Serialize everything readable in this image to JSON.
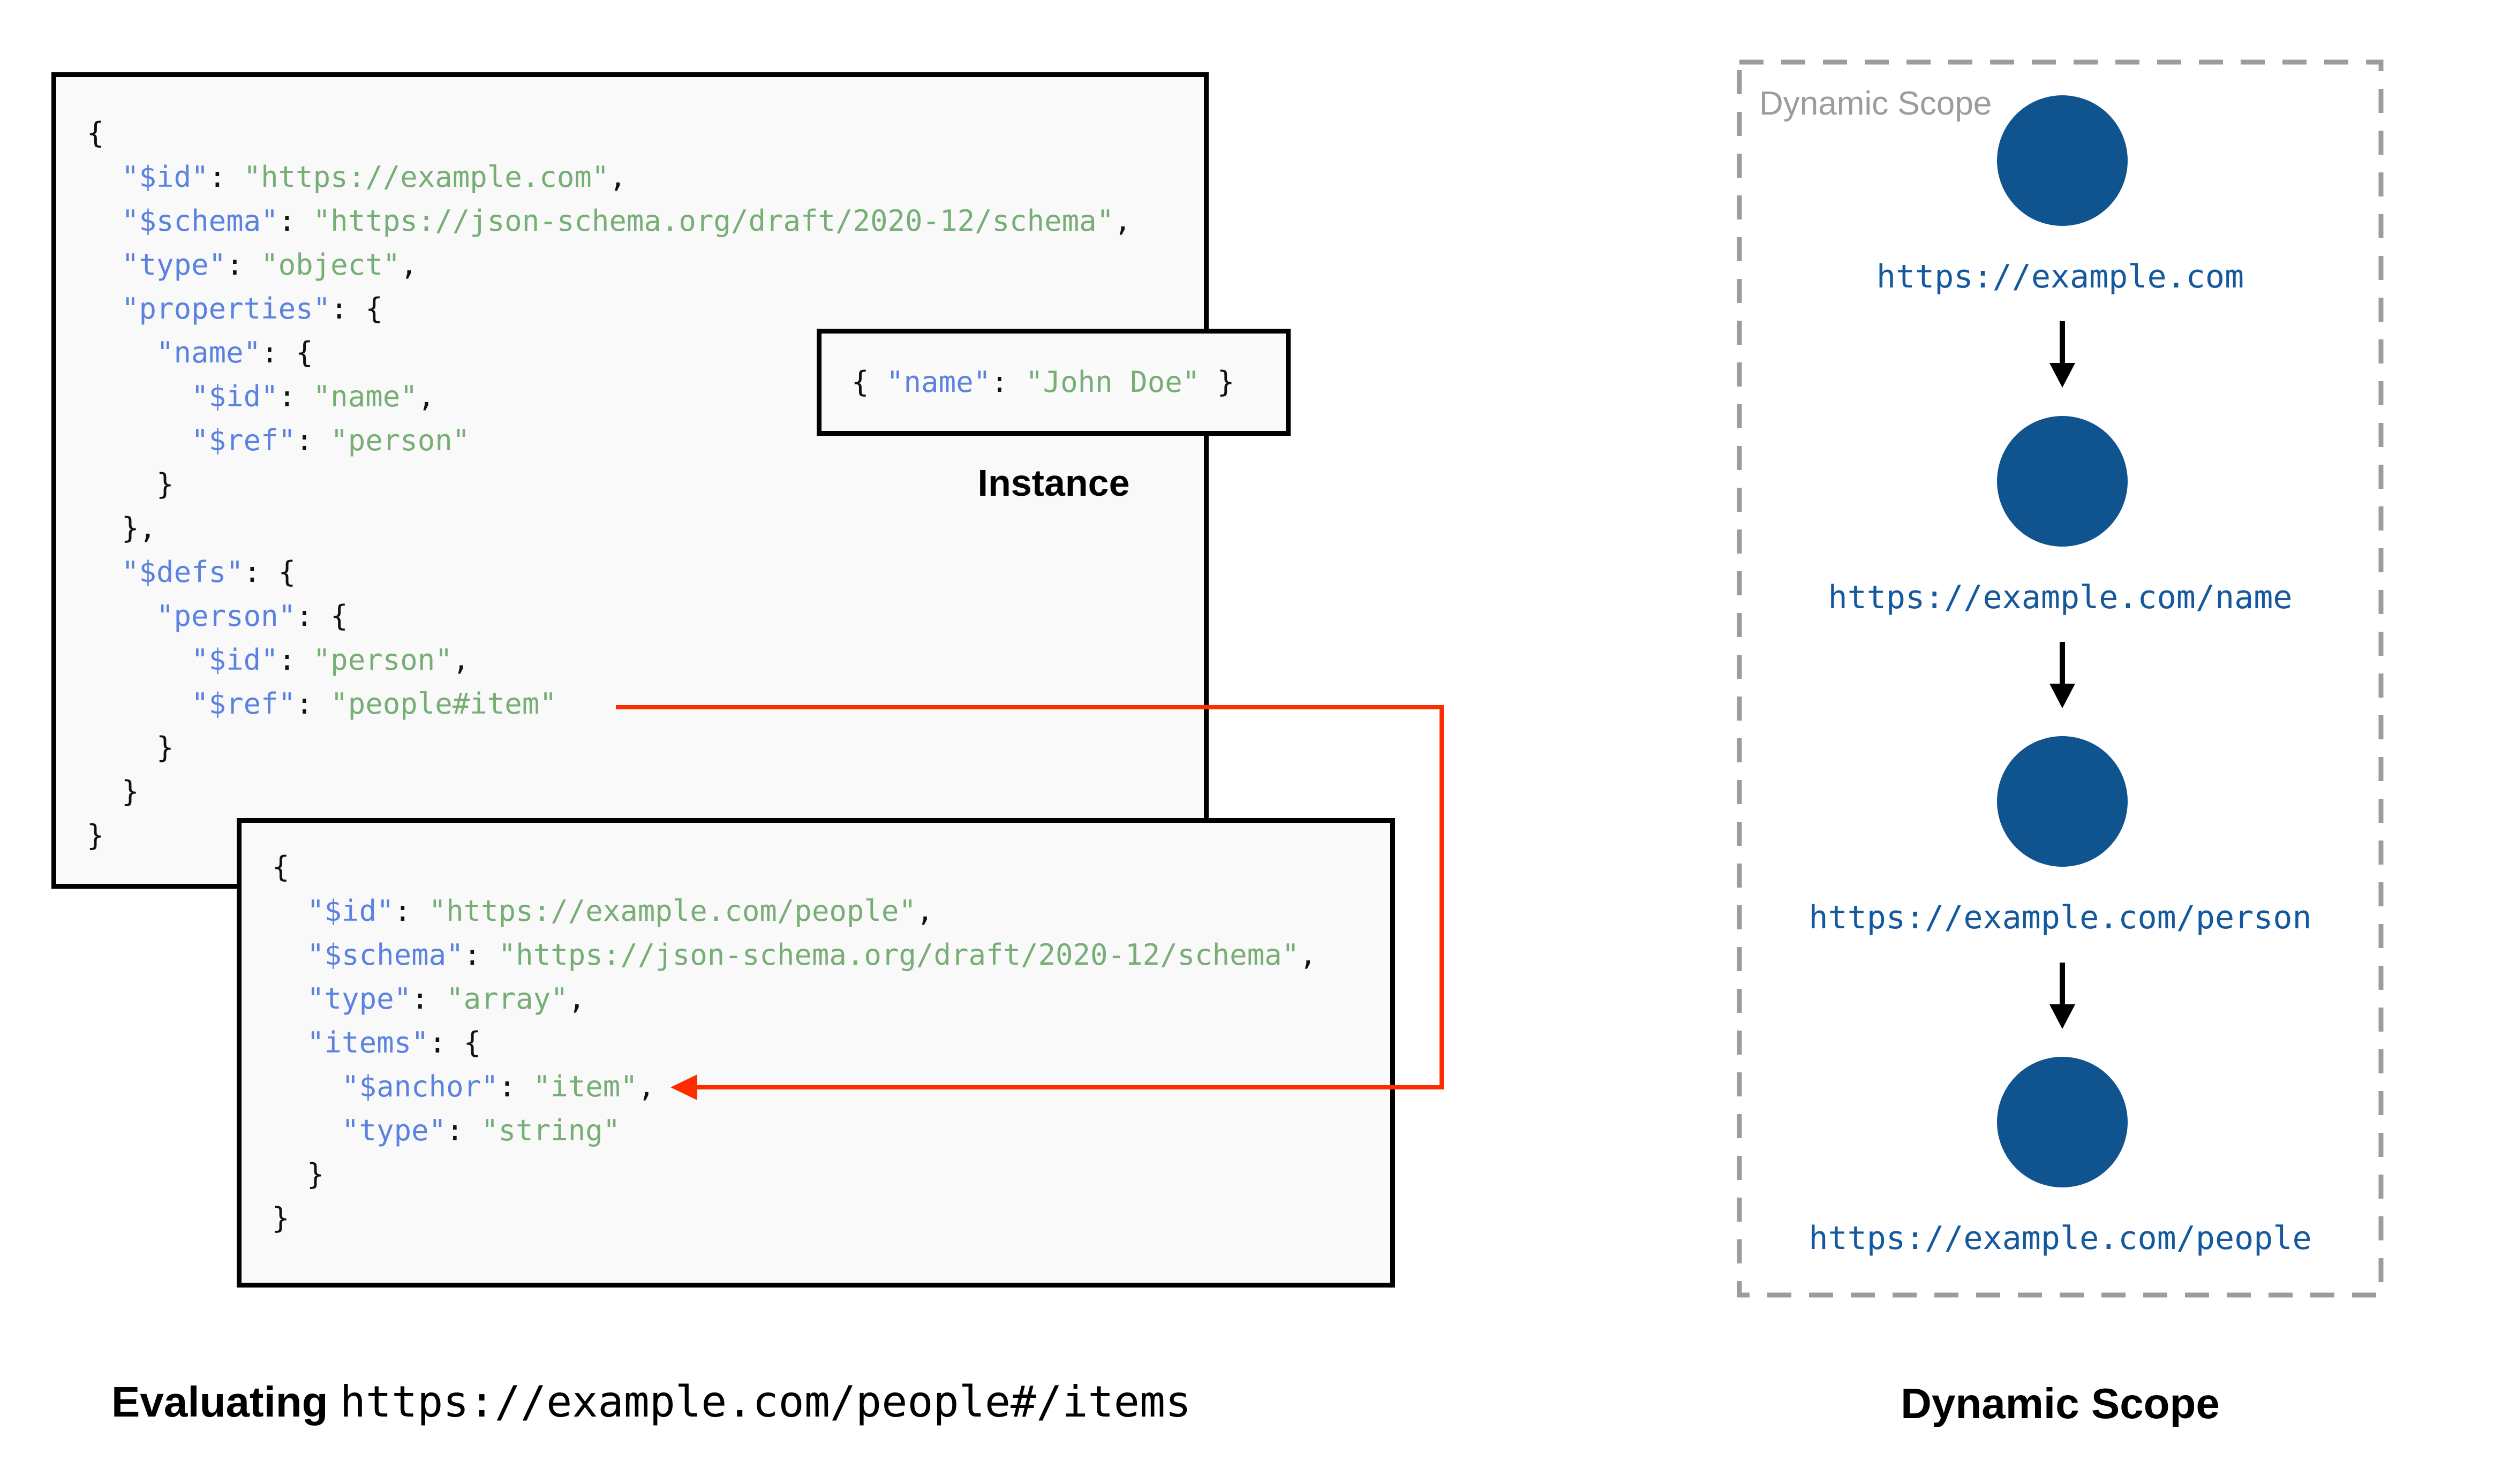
{
  "colors": {
    "code_bg": "#f9f9f9",
    "instance_bg": "#fafafa",
    "border_black": "#000000",
    "key_blue": "#5b82e0",
    "string_green": "#77ae75",
    "punct_black": "#111111",
    "arrow_red": "#fe2b00",
    "circle_blue": "#0f538f",
    "url_blue": "#14599d",
    "label_gray": "#9c9c9c"
  },
  "schema_block_1": {
    "lines": [
      [
        [
          "p",
          "{"
        ]
      ],
      [
        [
          "p",
          "  "
        ],
        [
          "k",
          "\"$id\""
        ],
        [
          "p",
          ": "
        ],
        [
          "s",
          "\"https://example.com\""
        ],
        [
          "p",
          ","
        ]
      ],
      [
        [
          "p",
          "  "
        ],
        [
          "k",
          "\"$schema\""
        ],
        [
          "p",
          ": "
        ],
        [
          "s",
          "\"https://json-schema.org/draft/2020-12/schema\""
        ],
        [
          "p",
          ","
        ]
      ],
      [
        [
          "p",
          "  "
        ],
        [
          "k",
          "\"type\""
        ],
        [
          "p",
          ": "
        ],
        [
          "s",
          "\"object\""
        ],
        [
          "p",
          ","
        ]
      ],
      [
        [
          "p",
          "  "
        ],
        [
          "k",
          "\"properties\""
        ],
        [
          "p",
          ": {"
        ]
      ],
      [
        [
          "p",
          "    "
        ],
        [
          "k",
          "\"name\""
        ],
        [
          "p",
          ": {"
        ]
      ],
      [
        [
          "p",
          "      "
        ],
        [
          "k",
          "\"$id\""
        ],
        [
          "p",
          ": "
        ],
        [
          "s",
          "\"name\""
        ],
        [
          "p",
          ","
        ]
      ],
      [
        [
          "p",
          "      "
        ],
        [
          "k",
          "\"$ref\""
        ],
        [
          "p",
          ": "
        ],
        [
          "s",
          "\"person\""
        ]
      ],
      [
        [
          "p",
          "    }"
        ]
      ],
      [
        [
          "p",
          "  },"
        ]
      ],
      [
        [
          "p",
          "  "
        ],
        [
          "k",
          "\"$defs\""
        ],
        [
          "p",
          ": {"
        ]
      ],
      [
        [
          "p",
          "    "
        ],
        [
          "k",
          "\"person\""
        ],
        [
          "p",
          ": {"
        ]
      ],
      [
        [
          "p",
          "      "
        ],
        [
          "k",
          "\"$id\""
        ],
        [
          "p",
          ": "
        ],
        [
          "s",
          "\"person\""
        ],
        [
          "p",
          ","
        ]
      ],
      [
        [
          "p",
          "      "
        ],
        [
          "k",
          "\"$ref\""
        ],
        [
          "p",
          ": "
        ],
        [
          "s",
          "\"people#item\""
        ]
      ],
      [
        [
          "p",
          "    }"
        ]
      ],
      [
        [
          "p",
          "  }"
        ]
      ],
      [
        [
          "p",
          "}"
        ]
      ]
    ]
  },
  "schema_block_2": {
    "lines": [
      [
        [
          "p",
          "{"
        ]
      ],
      [
        [
          "p",
          "  "
        ],
        [
          "k",
          "\"$id\""
        ],
        [
          "p",
          ": "
        ],
        [
          "s",
          "\"https://example.com/people\""
        ],
        [
          "p",
          ","
        ]
      ],
      [
        [
          "p",
          "  "
        ],
        [
          "k",
          "\"$schema\""
        ],
        [
          "p",
          ": "
        ],
        [
          "s",
          "\"https://json-schema.org/draft/2020-12/schema\""
        ],
        [
          "p",
          ","
        ]
      ],
      [
        [
          "p",
          "  "
        ],
        [
          "k",
          "\"type\""
        ],
        [
          "p",
          ": "
        ],
        [
          "s",
          "\"array\""
        ],
        [
          "p",
          ","
        ]
      ],
      [
        [
          "p",
          "  "
        ],
        [
          "k",
          "\"items\""
        ],
        [
          "p",
          ": {"
        ]
      ],
      [
        [
          "p",
          "    "
        ],
        [
          "k",
          "\"$anchor\""
        ],
        [
          "p",
          ": "
        ],
        [
          "s",
          "\"item\""
        ],
        [
          "p",
          ","
        ]
      ],
      [
        [
          "p",
          "    "
        ],
        [
          "k",
          "\"type\""
        ],
        [
          "p",
          ": "
        ],
        [
          "s",
          "\"string\""
        ]
      ],
      [
        [
          "p",
          "  }"
        ]
      ],
      [
        [
          "p",
          "}"
        ]
      ]
    ]
  },
  "instance": {
    "label": "Instance",
    "code": [
      [
        [
          "p",
          "{ "
        ],
        [
          "k",
          "\"name\""
        ],
        [
          "p",
          ": "
        ],
        [
          "s",
          "\"John Doe\""
        ],
        [
          "p",
          " }"
        ]
      ]
    ]
  },
  "evaluating": {
    "prefix": "Evaluating",
    "uri": "https://example.com/people#/items"
  },
  "dynamic_scope": {
    "corner_label": "Dynamic Scope",
    "bottom_label": "Dynamic Scope",
    "nodes": [
      {
        "uri": "https://example.com"
      },
      {
        "uri": "https://example.com/name"
      },
      {
        "uri": "https://example.com/person"
      },
      {
        "uri": "https://example.com/people"
      }
    ]
  }
}
